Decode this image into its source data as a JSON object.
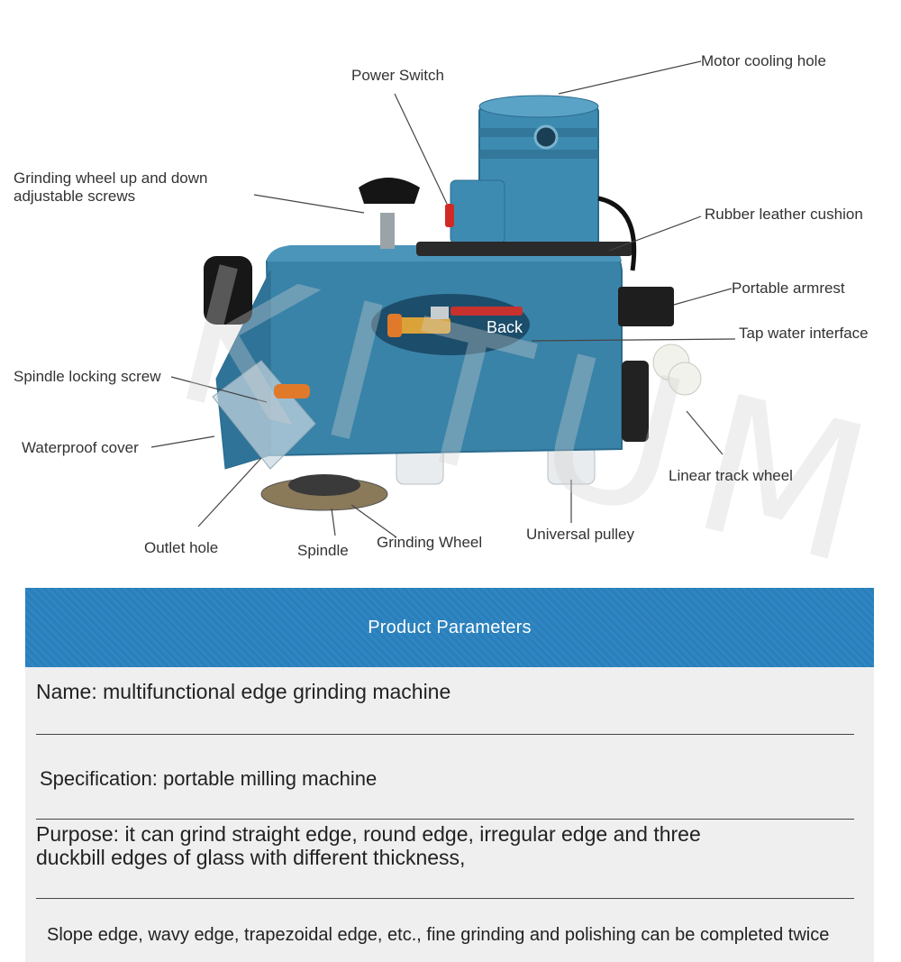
{
  "callouts": {
    "motor_cooling_hole": "Motor cooling hole",
    "power_switch": "Power Switch",
    "adjust_screws_line1": "Grinding wheel up and down",
    "adjust_screws_line2": "adjustable screws",
    "rubber_cushion": "Rubber leather cushion",
    "portable_armrest": "Portable armrest",
    "tap_water": "Tap water interface",
    "spindle_locking": "Spindle locking screw",
    "waterproof_cover": "Waterproof cover",
    "linear_track": "Linear track wheel",
    "outlet_hole": "Outlet hole",
    "spindle": "Spindle",
    "grinding_wheel": "Grinding Wheel",
    "universal_pulley": "Universal pulley",
    "valve_label": "Back"
  },
  "watermark": "KITUMY",
  "banner": {
    "title": "Product Parameters"
  },
  "params": {
    "name": "Name: multifunctional edge grinding machine",
    "specification": "Specification: portable milling machine",
    "purpose_line1": "Purpose: it can grind straight edge, round edge, irregular edge and three",
    "purpose_line2": "duckbill edges of glass with different thickness,",
    "note": "Slope edge, wavy edge, trapezoidal edge, etc., fine grinding and polishing can be completed twice"
  },
  "colors": {
    "machine_body": "#3a83a8",
    "banner": "#2f86c2",
    "panel": "#efefef"
  }
}
